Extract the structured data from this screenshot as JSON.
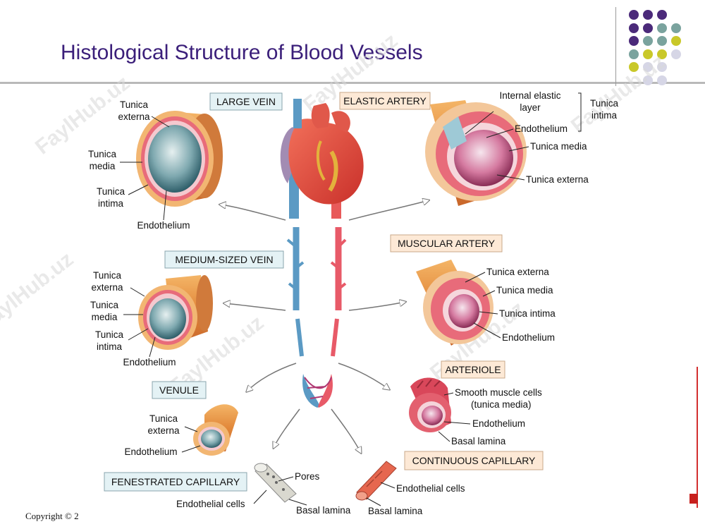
{
  "slide": {
    "title": "Histological Structure of Blood Vessels",
    "copyright": "Copyright © 2",
    "watermark": "FaylHub.uz"
  },
  "decor": {
    "dot_rows": [
      [
        "#4b2a7a",
        "#4b2a7a",
        "#4b2a7a",
        null
      ],
      [
        "#4b2a7a",
        "#4b2a7a",
        "#7aa39e",
        "#7aa39e"
      ],
      [
        "#4b2a7a",
        "#7aa39e",
        "#7aa39e",
        "#c9c829"
      ],
      [
        "#7aa39e",
        "#c9c829",
        "#c9c829",
        "#d6d6e6"
      ],
      [
        "#c9c829",
        "#d6d6e6",
        "#d6d6e6",
        null
      ],
      [
        null,
        "#d6d6e6",
        "#d6d6e6",
        null
      ]
    ]
  },
  "vessels": {
    "large_vein": {
      "box": "LARGE VEIN",
      "labels": [
        "Tunica",
        "externa",
        "Tunica",
        "media",
        "Tunica",
        "intima",
        "Endothelium"
      ]
    },
    "elastic_artery": {
      "box": "ELASTIC ARTERY",
      "labels": [
        "Internal elastic",
        "layer",
        "Endothelium",
        "Tunica media",
        "Tunica externa",
        "Tunica",
        "intima"
      ]
    },
    "medium_vein": {
      "box": "MEDIUM-SIZED VEIN",
      "labels": [
        "Tunica",
        "externa",
        "Tunica",
        "media",
        "Tunica",
        "intima",
        "Endothelium"
      ]
    },
    "muscular_artery": {
      "box": "MUSCULAR ARTERY",
      "labels": [
        "Tunica externa",
        "Tunica media",
        "Tunica intima",
        "Endothelium"
      ]
    },
    "venule": {
      "box": "VENULE",
      "labels": [
        "Tunica",
        "externa",
        "Endothelium"
      ]
    },
    "arteriole": {
      "box": "ARTERIOLE",
      "labels": [
        "Smooth muscle cells",
        "(tunica media)",
        "Endothelium",
        "Basal lamina"
      ]
    },
    "fenestrated_capillary": {
      "box": "FENESTRATED CAPILLARY",
      "labels": [
        "Pores",
        "Endothelial cells",
        "Basal lamina"
      ]
    },
    "continuous_capillary": {
      "box": "CONTINUOUS CAPILLARY",
      "labels": [
        "Endothelial cells",
        "Basal lamina"
      ]
    }
  }
}
